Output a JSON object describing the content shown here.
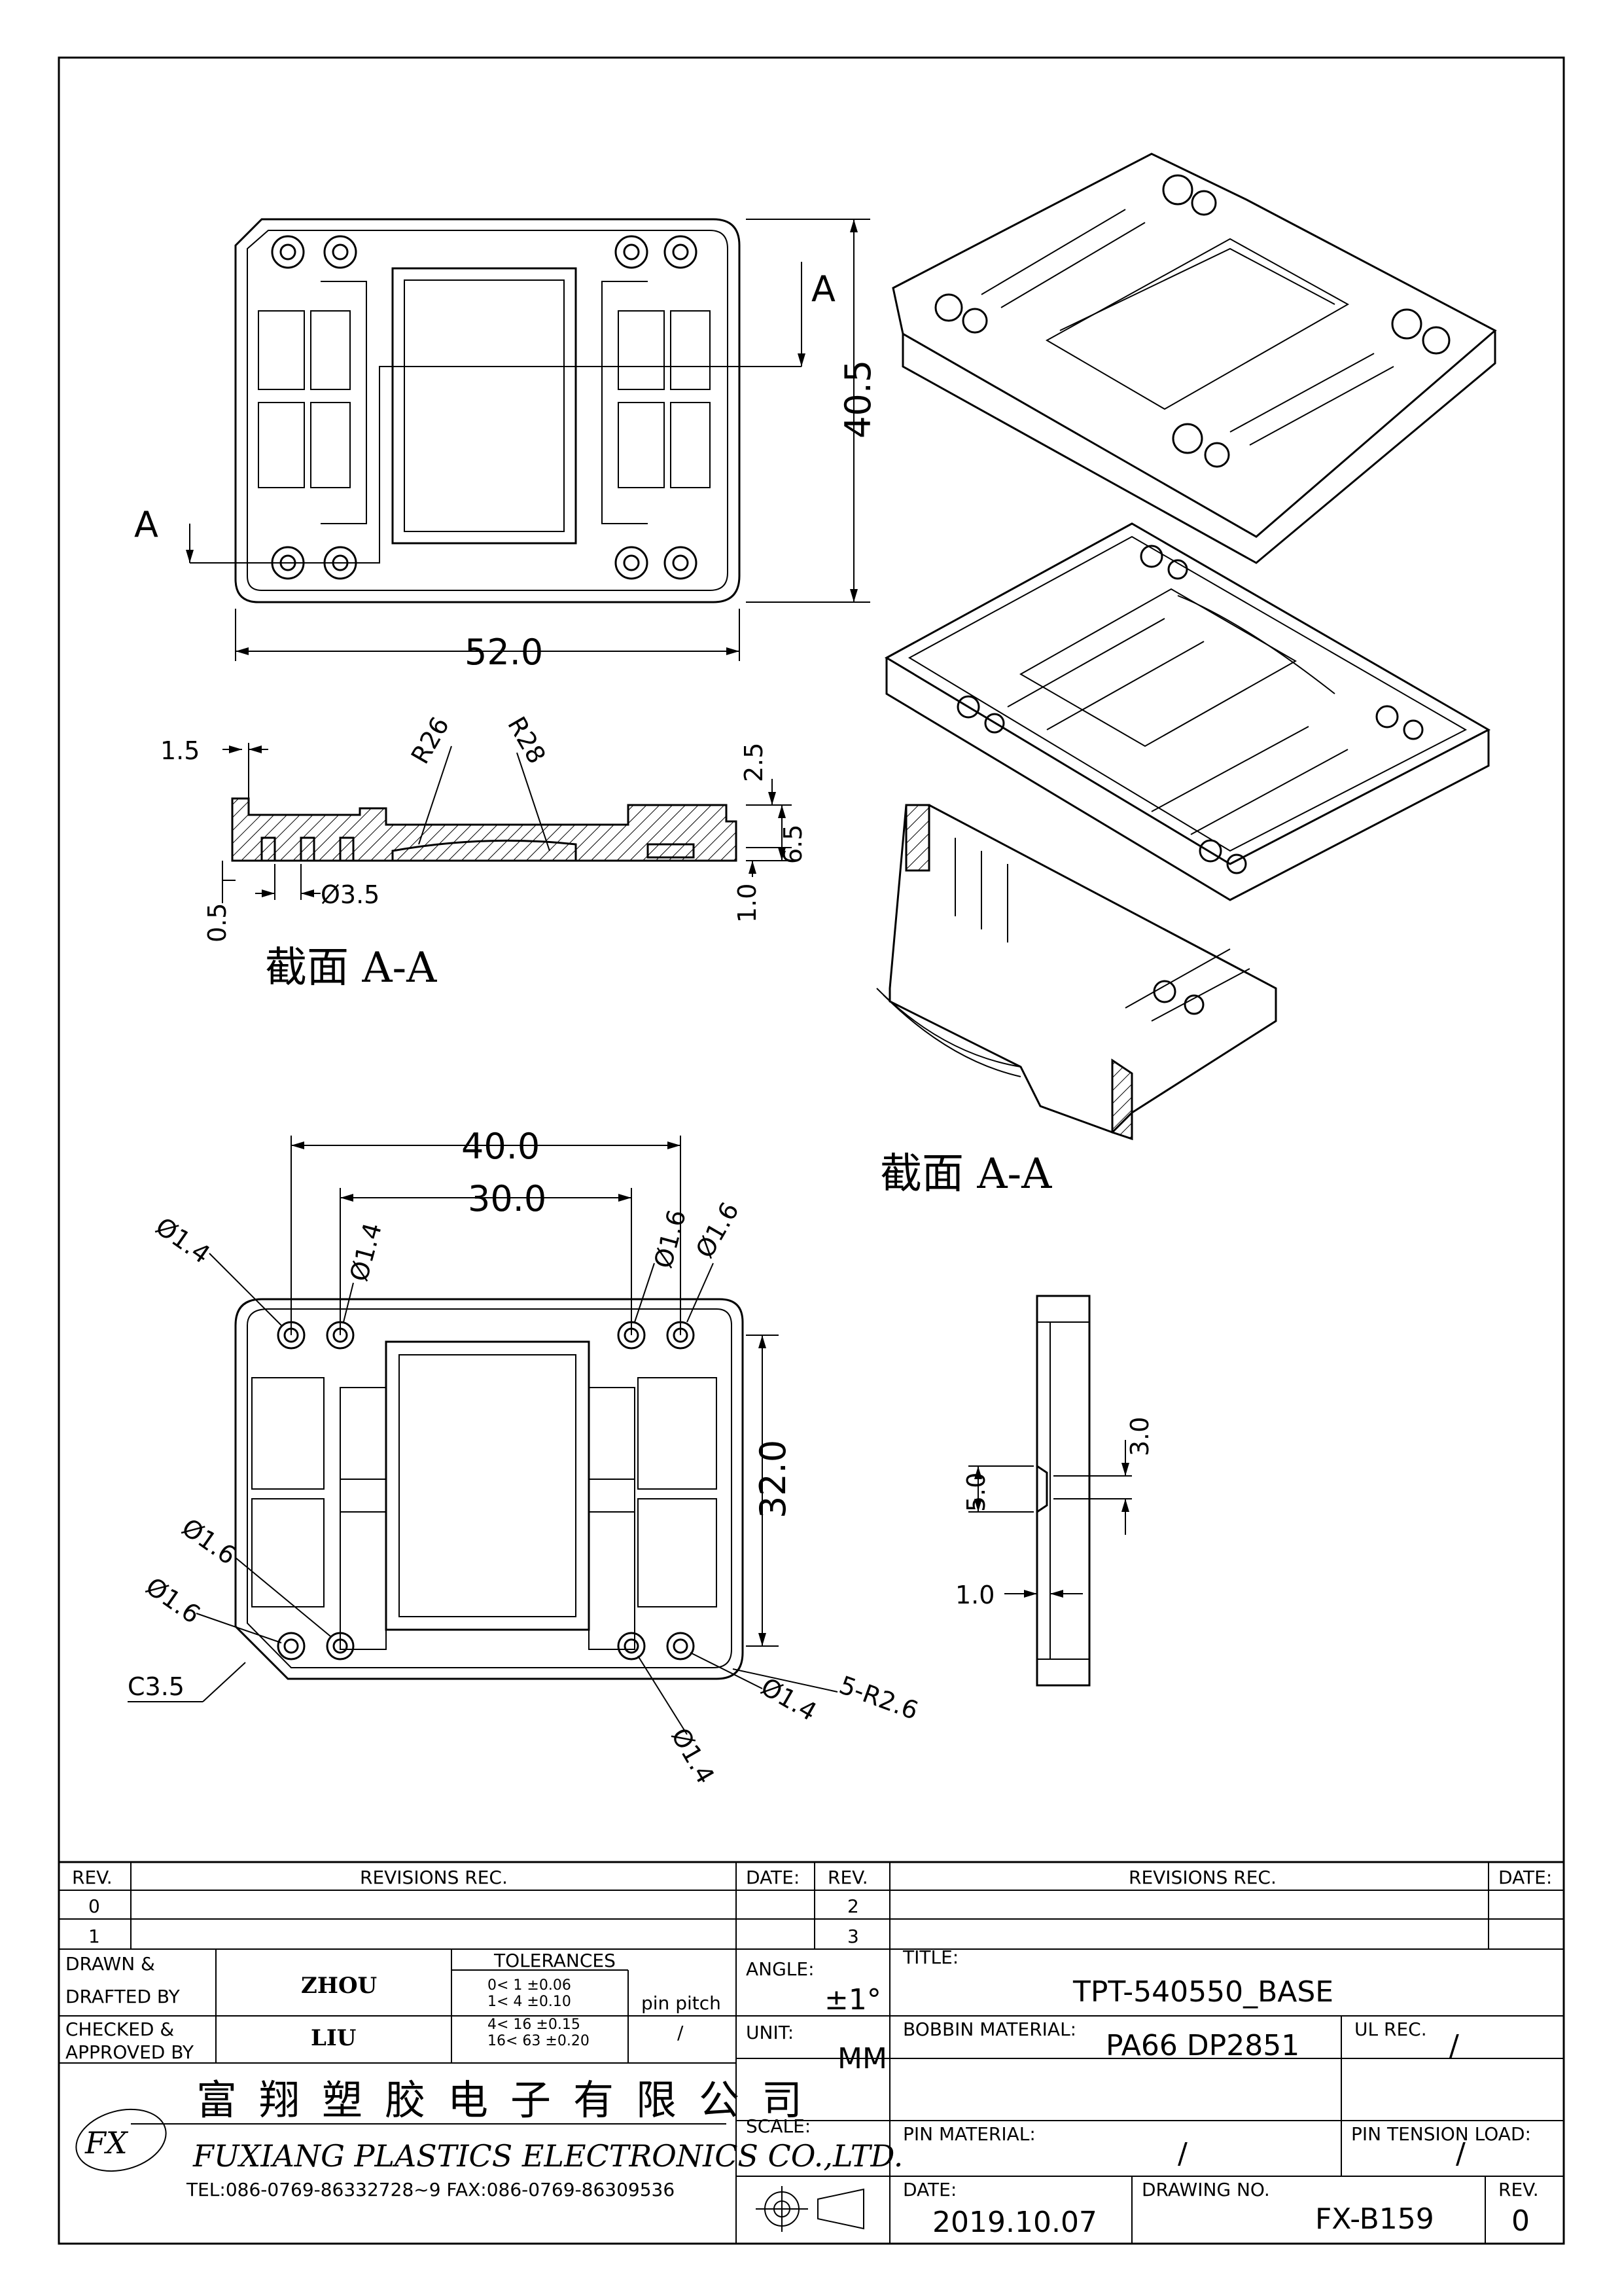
{
  "views": {
    "top": {
      "dim_width": "52.0",
      "dim_height": "40.5",
      "section_mark": "A"
    },
    "section": {
      "dims": [
        "1.5",
        "R26",
        "R28",
        "2.5",
        "6.5",
        "1.0",
        "0.5",
        "Ø3.5"
      ],
      "caption": "截面 A-A"
    },
    "iso_caption": "截面 A-A",
    "bottom": {
      "dims": [
        "40.0",
        "30.0",
        "Ø1.4",
        "Ø1.4",
        "Ø1.6",
        "Ø1.6",
        "32.0",
        "Ø1.6",
        "Ø1.6",
        "C3.5",
        "Ø1.4",
        "Ø1.4",
        "5-R2.6"
      ]
    },
    "side": {
      "dims": [
        "3.0",
        "5.0",
        "1.0"
      ]
    }
  },
  "title_block": {
    "rev_header": "REV.",
    "revisions_header": "REVISIONS REC.",
    "date_header": "DATE:",
    "rev_rows_left": [
      "0",
      "1"
    ],
    "rev_rows_right": [
      "2",
      "3"
    ],
    "drawn_label": "DRAWN & DRAFTED BY",
    "drawn_value": "ZHOU",
    "checked_label": "CHECKED & APPROVED BY",
    "checked_value": "LIU",
    "tolerances_label": "TOLERANCES",
    "tolerance_rows": [
      "0< 1 ±0.06",
      "1< 4 ±0.10",
      "4< 16 ±0.15",
      "16< 63 ±0.20"
    ],
    "pin_pitch_label": "pin pitch",
    "pin_pitch_value": "/",
    "angle_label": "ANGLE:",
    "angle_value": "±1°",
    "unit_label": "UNIT:",
    "unit_value": "MM",
    "scale_label": "SCALE:",
    "title_label": "TITLE:",
    "title_value": "TPT-540550_BASE",
    "bobbin_label": "BOBBIN MATERIAL:",
    "bobbin_value": "PA66 DP2851",
    "ul_label": "UL REC.",
    "ul_value": "/",
    "pin_material_label": "PIN MATERIAL:",
    "pin_material_value": "/",
    "pin_tension_label": "PIN TENSION LOAD:",
    "pin_tension_value": "/",
    "date_label": "DATE:",
    "date_value": "2019.10.07",
    "drawing_no_label": "DRAWING NO.",
    "drawing_no_value": "FX-B159",
    "rev_label": "REV.",
    "rev_value": "0",
    "company_cn": "富翔塑胶电子有限公司",
    "company_en": "FUXIANG PLASTICS ELECTRONICS CO.,LTD.",
    "company_contact": "TEL:086-0769-86332728~9 FAX:086-0769-86309536",
    "logo_text": "FX"
  }
}
